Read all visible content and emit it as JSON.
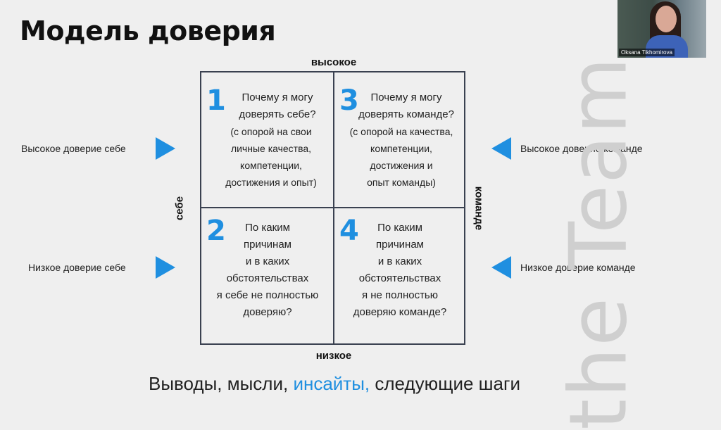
{
  "title": "Модель доверия",
  "axes": {
    "top": "высокое",
    "bottom": "низкое",
    "left": "себе",
    "right": "команде"
  },
  "quadrants": [
    {
      "number": "1",
      "lines": [
        "Почему я могу",
        "доверять себе?"
      ],
      "sub": [
        "(с опорой на свои",
        "личные качества,",
        "компетенции,",
        "достижения и опыт)"
      ]
    },
    {
      "number": "3",
      "lines": [
        "Почему я могу",
        "доверять команде?"
      ],
      "sub": [
        "(с опорой на качества,",
        "компетенции,",
        "достижения и",
        "опыт команды)"
      ]
    },
    {
      "number": "2",
      "lines": [
        "По каким",
        "причинам",
        "и в каких",
        "обстоятельствах",
        "я себе не полностью",
        "доверяю?"
      ]
    },
    {
      "number": "4",
      "lines": [
        "По каким",
        "причинам",
        "и в каких",
        "обстоятельствах",
        "я не полностью",
        "доверяю команде?"
      ]
    }
  ],
  "side_labels": {
    "high_self": "Высокое доверие себе",
    "low_self": "Низкое доверие себе",
    "high_team": "Высокое доверие команде",
    "low_team": "Низкое доверие команде"
  },
  "footer": {
    "part1": "Выводы, мысли, ",
    "accent": "инсайты,",
    "part2": " следующие шаги"
  },
  "watermark": "the Team",
  "video": {
    "participant_name": "Oksana Tikhomirova"
  },
  "colors": {
    "accent": "#1f8fe0",
    "grid": "#3a4150",
    "background": "#efefef"
  }
}
